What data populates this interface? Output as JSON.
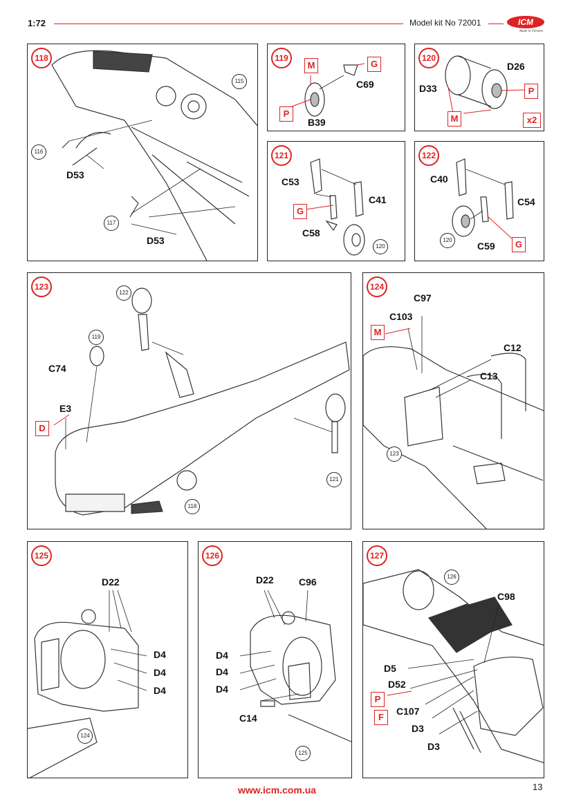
{
  "header": {
    "scale": "1:72",
    "kit": "Model kit No 72001",
    "brand": "ICM",
    "tagline": "Made in Ukraine"
  },
  "steps": {
    "s118": {
      "num": "118",
      "labels": [
        "D53",
        "D53"
      ],
      "refs": [
        "115",
        "116",
        "117"
      ]
    },
    "s119": {
      "num": "119",
      "labels": [
        "C69",
        "B39"
      ],
      "boxes": [
        "M",
        "G",
        "P"
      ]
    },
    "s120": {
      "num": "120",
      "labels": [
        "D26",
        "D33"
      ],
      "boxes": [
        "P",
        "M",
        "x2"
      ]
    },
    "s121": {
      "num": "121",
      "labels": [
        "C53",
        "C41",
        "C58"
      ],
      "boxes": [
        "G"
      ],
      "refs": [
        "120"
      ]
    },
    "s122": {
      "num": "122",
      "labels": [
        "C40",
        "C54",
        "C59"
      ],
      "boxes": [
        "G"
      ],
      "refs": [
        "120"
      ]
    },
    "s123": {
      "num": "123",
      "labels": [
        "C74",
        "E3"
      ],
      "boxes": [
        "D"
      ],
      "refs": [
        "122",
        "119",
        "121",
        "118"
      ]
    },
    "s124": {
      "num": "124",
      "labels": [
        "C97",
        "C103",
        "C12",
        "C13"
      ],
      "boxes": [
        "M"
      ],
      "refs": [
        "123"
      ]
    },
    "s125": {
      "num": "125",
      "labels": [
        "D22",
        "D4",
        "D4",
        "D4"
      ],
      "refs": [
        "124"
      ]
    },
    "s126": {
      "num": "126",
      "labels": [
        "D22",
        "C96",
        "D4",
        "D4",
        "D4",
        "C14"
      ],
      "refs": [
        "125"
      ]
    },
    "s127": {
      "num": "127",
      "labels": [
        "C98",
        "D5",
        "D52",
        "C107",
        "D3",
        "D3"
      ],
      "boxes": [
        "P",
        "F"
      ],
      "refs": [
        "126"
      ]
    }
  },
  "colors": {
    "accent": "#dd2222",
    "line": "#222222"
  },
  "footer": {
    "url": "www.icm.com.ua",
    "page": "13"
  }
}
